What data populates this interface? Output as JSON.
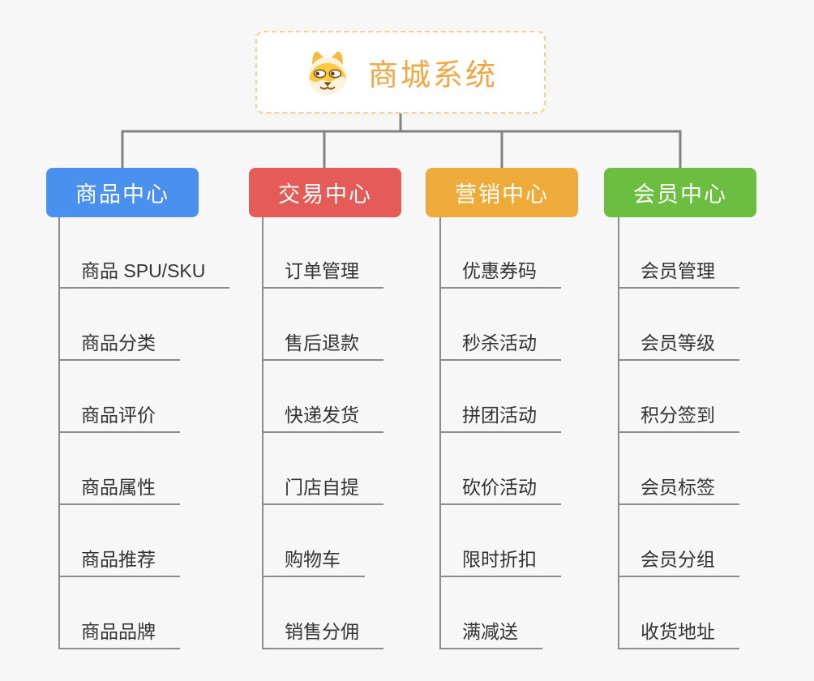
{
  "canvas": {
    "background": "#f7f7f7"
  },
  "root": {
    "title": "商城系统",
    "title_color": "#f2a742",
    "border_color": "#f6d194",
    "icon": "dog-face-icon"
  },
  "connector_color": "#828282",
  "line_color": "#8c8c8c",
  "child_text_color": "#333333",
  "branches": [
    {
      "label": "商品中心",
      "color": "#4a90ee",
      "children": [
        "商品 SPU/SKU",
        "商品分类",
        "商品评价",
        "商品属性",
        "商品推荐",
        "商品品牌"
      ]
    },
    {
      "label": "交易中心",
      "color": "#e45b58",
      "children": [
        "订单管理",
        "售后退款",
        "快递发货",
        "门店自提",
        "购物车",
        "销售分佣"
      ]
    },
    {
      "label": "营销中心",
      "color": "#eeab3a",
      "children": [
        "优惠券码",
        "秒杀活动",
        "拼团活动",
        "砍价活动",
        "限时折扣",
        "满减送"
      ]
    },
    {
      "label": "会员中心",
      "color": "#6cbe41",
      "children": [
        "会员管理",
        "会员等级",
        "积分签到",
        "会员标签",
        "会员分组",
        "收货地址"
      ]
    }
  ]
}
